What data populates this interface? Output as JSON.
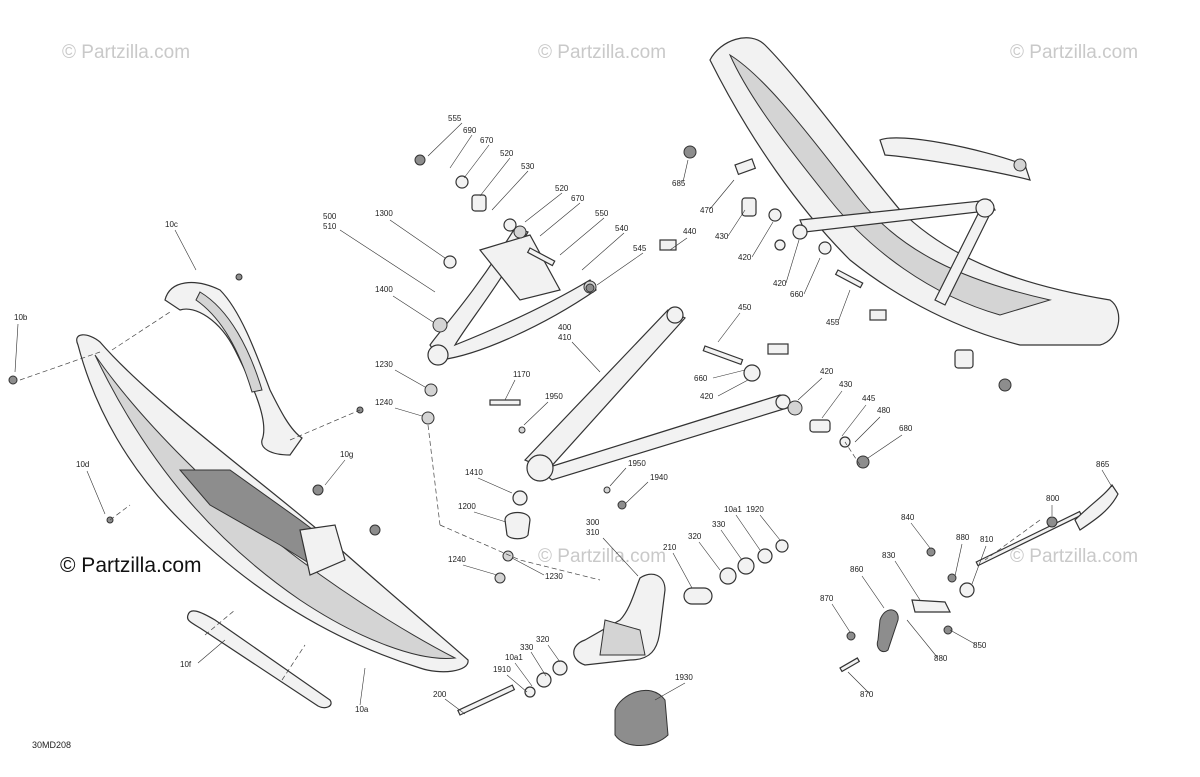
{
  "watermarks": {
    "top_left": "© Partzilla.com",
    "top_center": "© Partzilla.com",
    "top_right": "© Partzilla.com",
    "mid_center": "© Partzilla.com",
    "mid_right": "© Partzilla.com",
    "main": "© Partzilla.com"
  },
  "diagram_code": "30MD208",
  "callouts": [
    "555",
    "690",
    "670",
    "520",
    "530",
    "520",
    "670",
    "550",
    "540",
    "545",
    "500\n510",
    "1300",
    "1400",
    "1230",
    "1240",
    "10c",
    "10b",
    "10d",
    "10g",
    "10f",
    "10a",
    "685",
    "470",
    "430",
    "420",
    "420",
    "660",
    "455",
    "440",
    "450",
    "660",
    "420",
    "420",
    "430",
    "445",
    "480",
    "680",
    "400\n410",
    "1170",
    "1950",
    "1410",
    "1200",
    "1240",
    "1230",
    "1950",
    "1940",
    "300\n310",
    "210",
    "320",
    "330",
    "10a1",
    "1920",
    "330",
    "320",
    "10a1",
    "1910",
    "200",
    "1930",
    "840",
    "830",
    "860",
    "870",
    "870",
    "880",
    "880",
    "850",
    "810",
    "800",
    "865"
  ]
}
